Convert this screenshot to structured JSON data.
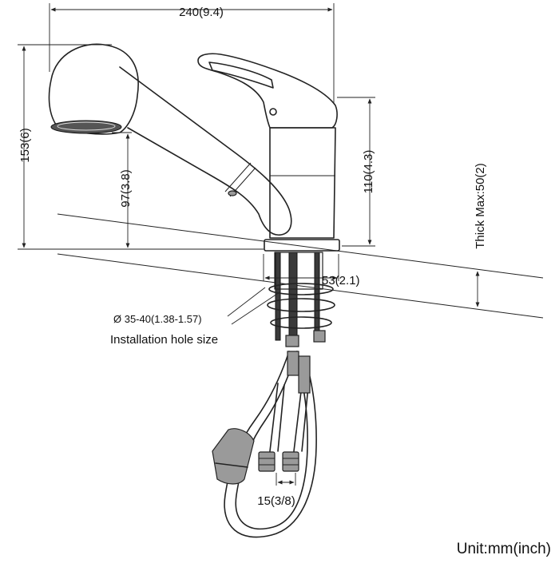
{
  "drawing": {
    "subject": "Pull-out kitchen faucet",
    "dimensions": {
      "width_total": "240(9.4)",
      "height_total": "153(6)",
      "spout_height": "97(3.8)",
      "body_height": "110(4.3)",
      "base_diameter": "53(2.1)",
      "thick_max": "Thick Max:50(2)",
      "hole_diameter": "Ø 35-40(1.38-1.57)",
      "hole_label": "Installation hole size",
      "connector": "15(3/8)"
    },
    "unit_label": "Unit:mm(inch)"
  }
}
